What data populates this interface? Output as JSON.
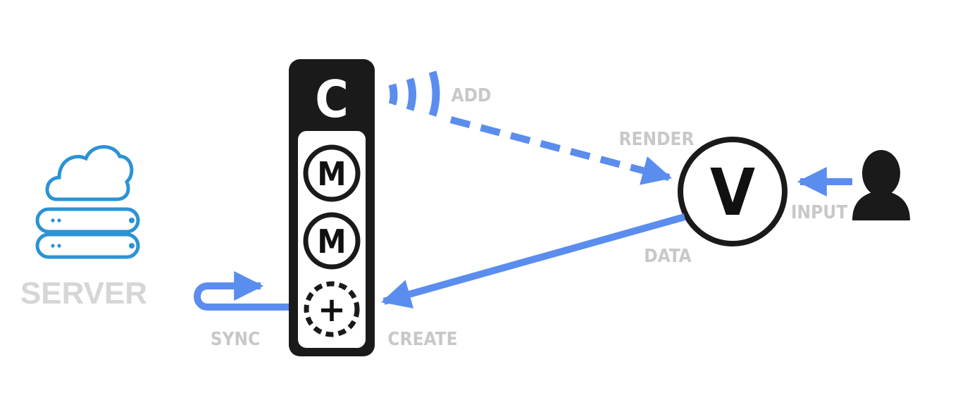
{
  "colors": {
    "arrow": "#5b8def",
    "label": "#c8c8c8",
    "server_icon": "#2a93d5",
    "server_label": "#d6d6d6",
    "controller": "#1a1a1a",
    "text_dark": "#111111"
  },
  "icons": {
    "server": "cloud-server-icon",
    "user": "user-silhouette-icon",
    "signal": "signal-waves-icon"
  },
  "server": {
    "label": "SERVER"
  },
  "controller": {
    "label": "C",
    "models": [
      "M",
      "M"
    ],
    "new_model_symbol": "+"
  },
  "view": {
    "label": "V"
  },
  "arrows": {
    "add": "ADD",
    "render": "RENDER",
    "input": "INPUT",
    "data": "DATA",
    "create": "CREATE",
    "sync": "SYNC"
  }
}
